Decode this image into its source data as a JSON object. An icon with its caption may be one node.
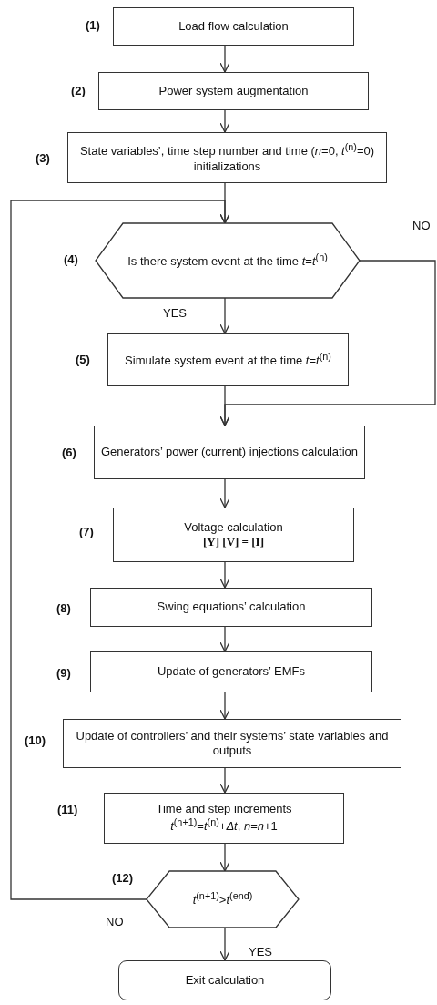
{
  "diagram": {
    "nodes": [
      {
        "text": [
          "Load flow calculation"
        ],
        "beside": [
          "(1)"
        ]
      },
      {
        "text": [
          "Power system augmentation"
        ],
        "beside": [
          "(2)"
        ]
      },
      {
        "text": [
          "State variables’, time step number and time (*n*=0, *t*$^{(n)}$=0) initializations"
        ],
        "beside": [
          "(3)"
        ]
      },
      {
        "text": [
          "Is there system event at the time *t*=*t*$^{(n)}$"
        ],
        "beside": [
          "(4)"
        ]
      },
      {
        "text": [
          "Simulate system event at the time *t*=*t*$^{(n)}$"
        ],
        "beside": [
          "(5)"
        ]
      },
      {
        "text": [
          "Generators’ power (current) injections calculation"
        ],
        "beside": [
          "(6)"
        ]
      },
      {
        "text": [
          "Voltage calculation",
          "[Y] [V] = [I]"
        ],
        "beside": [
          "(7)"
        ]
      },
      {
        "text": [
          "Swing equations’ calculation"
        ],
        "beside": [
          "(8)"
        ]
      },
      {
        "text": [
          "Update of generators’ EMFs"
        ],
        "beside": [
          "(9)"
        ]
      },
      {
        "text": [
          "Update of controllers’ and their systems’ state variables and outputs"
        ],
        "beside": [
          "(10)"
        ]
      },
      {
        "text": [
          "Time and step increments",
          "*t*$^{(n+1)}$=*t*$^{(n)}$+*Δt*, *n*=*n*+1"
        ],
        "beside": [
          "(11)"
        ]
      },
      {
        "text": [
          "*t*$^{(n+1)}$>*t*$^{(end)}$"
        ],
        "beside": [
          "(12)"
        ]
      },
      {
        "text": [
          "Exit calculation"
        ]
      }
    ],
    "edges": [
      {
        "from": 0,
        "to": 1,
        "arrow": "to"
      },
      {
        "from": 1,
        "to": 2,
        "arrow": "to"
      },
      {
        "from": 2,
        "to": 3,
        "arrow": "to"
      },
      {
        "from": 3,
        "to": 4,
        "arrow": "to",
        "label": "YES"
      },
      {
        "from": 3,
        "to": 5,
        "arrow": "to",
        "label": "NO"
      },
      {
        "from": 4,
        "to": 5,
        "arrow": "to"
      },
      {
        "from": 5,
        "to": 6,
        "arrow": "to"
      },
      {
        "from": 6,
        "to": 7,
        "arrow": "to"
      },
      {
        "from": 7,
        "to": 8,
        "arrow": "to"
      },
      {
        "from": 8,
        "to": 9,
        "arrow": "to"
      },
      {
        "from": 9,
        "to": 10,
        "arrow": "to"
      },
      {
        "from": 10,
        "to": 11,
        "arrow": "to"
      },
      {
        "from": 11,
        "to": 3,
        "arrow": "to",
        "label": "NO"
      },
      {
        "from": 11,
        "to": 12,
        "arrow": "to",
        "label": "YES"
      }
    ]
  }
}
